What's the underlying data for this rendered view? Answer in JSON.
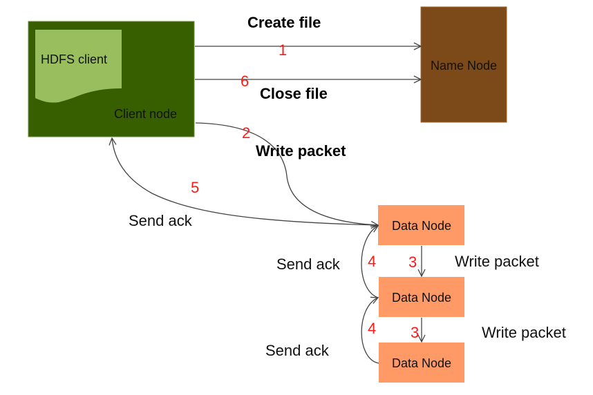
{
  "colors": {
    "client_node": "#375F00",
    "hdfs_client": "#98BE5E",
    "name_node": "#7C4A18",
    "data_node": "#FF9966",
    "step_number": "#FF1A1A",
    "edge": "#444444"
  },
  "nodes": {
    "client_node": "Client node",
    "hdfs_client": "HDFS client",
    "name_node": "Name Node",
    "data_nodes": [
      "Data Node",
      "Data Node",
      "Data Node"
    ]
  },
  "edges": {
    "create_file": {
      "label": "Create file",
      "step": "1"
    },
    "close_file": {
      "label": "Close file",
      "step": "6"
    },
    "write_packet_client": {
      "label": "Write packet",
      "step": "2"
    },
    "send_ack_client": {
      "label": "Send ack",
      "step": "5"
    },
    "write_packet_dn1": {
      "label": "Write packet",
      "step": "3"
    },
    "write_packet_dn2": {
      "label": "Write packet",
      "step": "3"
    },
    "send_ack_dn2": {
      "label": "Send ack",
      "step": "4"
    },
    "send_ack_dn3": {
      "label": "Send ack",
      "step": "4"
    }
  }
}
